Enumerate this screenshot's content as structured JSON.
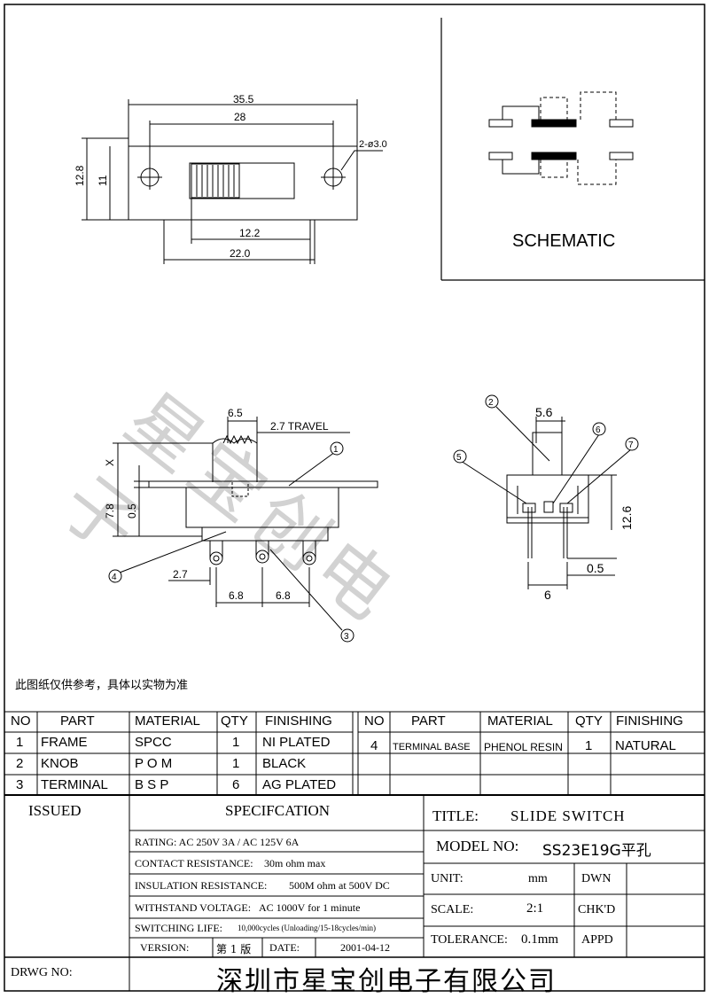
{
  "drawing": {
    "dims_top": {
      "d1": "35.5",
      "d2": "28",
      "d3": "2-ø3.0",
      "d4": "12.8",
      "d5": "11",
      "d6": "12.2",
      "d7": "22.0"
    },
    "schematic_label": "SCHEMATIC",
    "dims_side": {
      "travel": "2.7 TRAVEL",
      "knob_w": "6.5",
      "x": "X",
      "h": "7.8",
      "t": "0.5",
      "pin_off": "2.7",
      "pitch1": "6.8",
      "pitch2": "6.8"
    },
    "dims_end": {
      "w": "5.6",
      "h": "12.6",
      "t": "0.5",
      "pin": "6"
    },
    "balloons": [
      "1",
      "2",
      "3",
      "4",
      "5",
      "6",
      "7"
    ],
    "watermark": "星宝创电子"
  },
  "note": "此图纸仅供参考，具体以实物为准",
  "bom": {
    "headers": [
      "NO",
      "PART",
      "MATERIAL",
      "QTY",
      "FINISHING"
    ],
    "left_rows": [
      [
        "1",
        "FRAME",
        "SPCC",
        "1",
        "NI PLATED"
      ],
      [
        "2",
        "KNOB",
        "P O M",
        "1",
        "BLACK"
      ],
      [
        "3",
        "TERMINAL",
        "B S P",
        "6",
        "AG PLATED"
      ]
    ],
    "right_rows": [
      [
        "4",
        "TERMINAL BASE",
        "PHENOL RESIN",
        "1",
        "NATURAL"
      ]
    ]
  },
  "titleblock": {
    "issued": "ISSUED",
    "spec_title": "SPECIFCATION",
    "rating": "RATING: AC 250V 3A / AC 125V 6A",
    "contact_label": "CONTACT RESISTANCE:",
    "contact_value": "30m ohm max",
    "insulation_label": "INSULATION RESISTANCE:",
    "insulation_value": "500M ohm at 500V DC",
    "withstand_label": "WITHSTAND VOLTAGE:",
    "withstand_value": "AC 1000V for 1 minute",
    "life_label": "SWITCHING LIFE:",
    "life_value": "10,000cycles (Unloading/15-18cycles/min)",
    "version_label": "VERSION:",
    "version_value": "第 1 版",
    "date_label": "DATE:",
    "date_value": "2001-04-12",
    "title_label": "TITLE:",
    "title_value": "SLIDE  SWITCH",
    "model_label": "MODEL NO:",
    "model_value": "SS23E19G平孔",
    "unit_label": "UNIT:",
    "unit_value": "mm",
    "dwn": "DWN",
    "scale_label": "SCALE:",
    "scale_value": "2:1",
    "chkd": "CHK'D",
    "tol_label": "TOLERANCE:",
    "tol_value": "0.1mm",
    "appd": "APPD",
    "drwg": "DRWG NO:",
    "company": "深圳市星宝创电子有限公司"
  }
}
